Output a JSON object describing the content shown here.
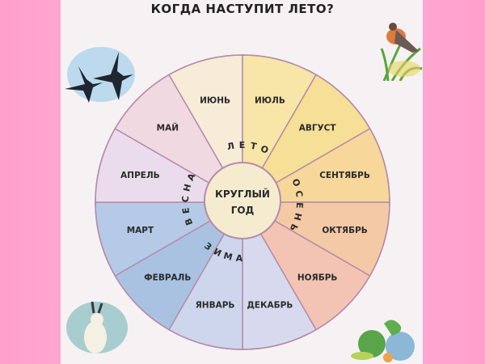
{
  "title": "КОГДА НАСТУПИТ ЛЕТО?",
  "center": {
    "line1": "КРУГЛЫЙ",
    "line2": "ГОД"
  },
  "months": [
    {
      "label": "ИЮНЬ",
      "color": "#f6ecd8"
    },
    {
      "label": "ИЮЛЬ",
      "color": "#f7e6a8"
    },
    {
      "label": "АВГУСТ",
      "color": "#f6df96"
    },
    {
      "label": "СЕНТЯБРЬ",
      "color": "#f7d79a"
    },
    {
      "label": "ОКТЯБРЬ",
      "color": "#f4c9a6"
    },
    {
      "label": "НОЯБРЬ",
      "color": "#f3c4b4"
    },
    {
      "label": "ДЕКАБРЬ",
      "color": "#d7d9ee"
    },
    {
      "label": "ЯНВАРЬ",
      "color": "#cdd6ec"
    },
    {
      "label": "ФЕВРАЛЬ",
      "color": "#a9c2e2"
    },
    {
      "label": "МАРТ",
      "color": "#b4cae6"
    },
    {
      "label": "АПРЕЛЬ",
      "color": "#eadcec"
    },
    {
      "label": "МАЙ",
      "color": "#f1d9e2"
    }
  ],
  "seasons": [
    {
      "label": "ЛЕТО"
    },
    {
      "label": "ОСЕНЬ"
    },
    {
      "label": "ЗИМА"
    },
    {
      "label": "ВЕСНА"
    }
  ],
  "colors": {
    "divider": "#b78aa8",
    "center_fill": "#f5ecd0",
    "text": "#2a2a2a"
  },
  "illustrations": [
    "birds-flying",
    "bird-on-grass",
    "white-hare",
    "vegetables"
  ]
}
